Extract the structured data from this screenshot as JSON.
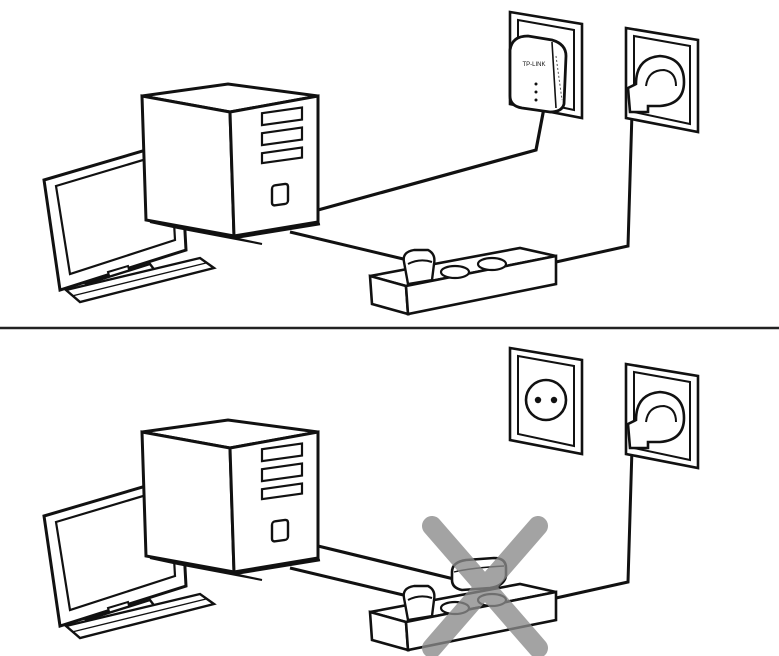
{
  "colors": {
    "stroke": "#111111",
    "paper": "#ffffff",
    "divider": "#222222",
    "cross": "#8a8a8a"
  },
  "top_panel": {
    "device_brand": "TP-LINK",
    "adapter_plugged": "wall-socket",
    "icons": [
      "monitor-icon",
      "keyboard-icon",
      "computer-tower-icon",
      "wall-socket-icon",
      "powerline-adapter-icon",
      "power-plug-icon",
      "power-strip-icon"
    ]
  },
  "bottom_panel": {
    "adapter_plugged": "power-strip",
    "marked_incorrect": true,
    "icons": [
      "monitor-icon",
      "keyboard-icon",
      "computer-tower-icon",
      "empty-wall-socket-icon",
      "power-plug-icon",
      "power-strip-icon",
      "powerline-adapter-icon",
      "cross-mark-icon"
    ]
  }
}
